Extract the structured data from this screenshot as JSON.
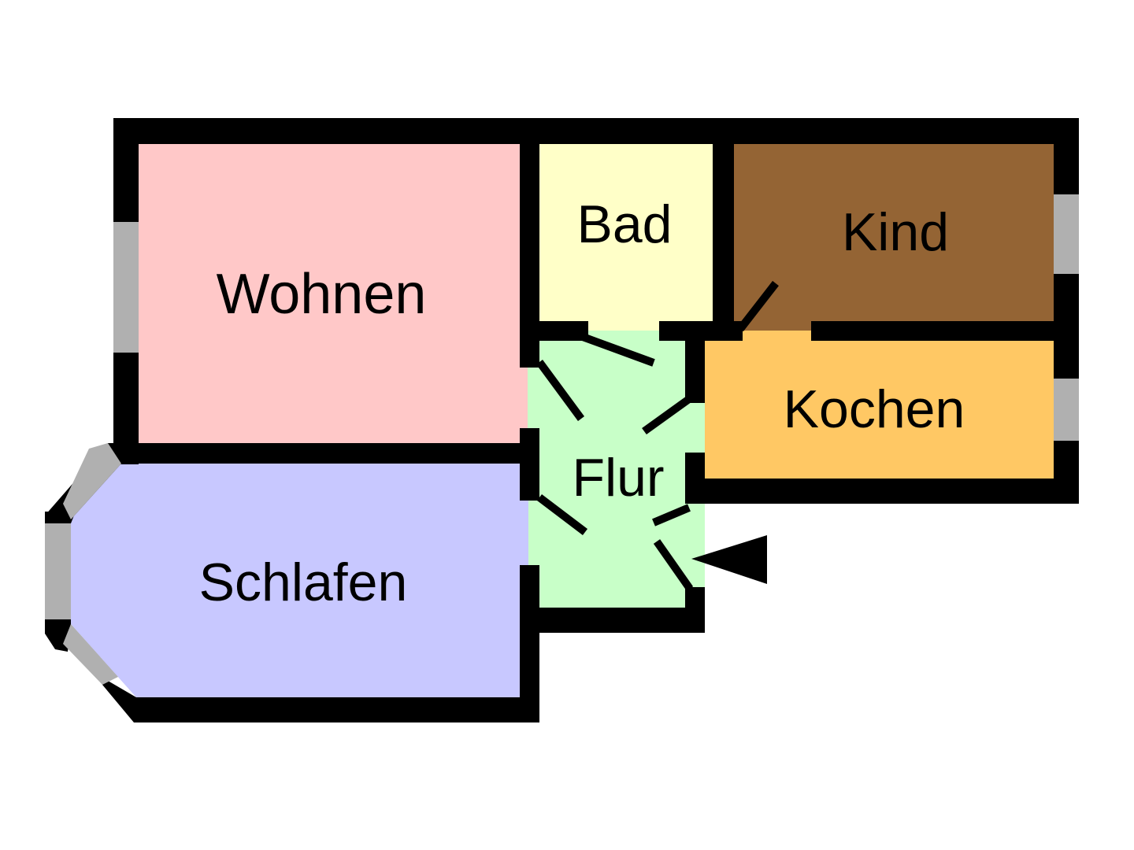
{
  "floorplan": {
    "rooms": [
      {
        "id": "wohnen",
        "label": "Wohnen",
        "color": "#FFC8C8"
      },
      {
        "id": "bad",
        "label": "Bad",
        "color": "#FFFFC8"
      },
      {
        "id": "kind",
        "label": "Kind",
        "color": "#946434"
      },
      {
        "id": "kochen",
        "label": "Kochen",
        "color": "#FFC864"
      },
      {
        "id": "flur",
        "label": "Flur",
        "color": "#C8FFC8"
      },
      {
        "id": "schlafen",
        "label": "Schlafen",
        "color": "#C8C8FF"
      }
    ],
    "colors": {
      "wall": "#000000",
      "window": "#B0B0B0",
      "background": "#FFFFFF"
    },
    "entrance": {
      "icon": "entrance-arrow-icon",
      "direction": "left"
    }
  }
}
